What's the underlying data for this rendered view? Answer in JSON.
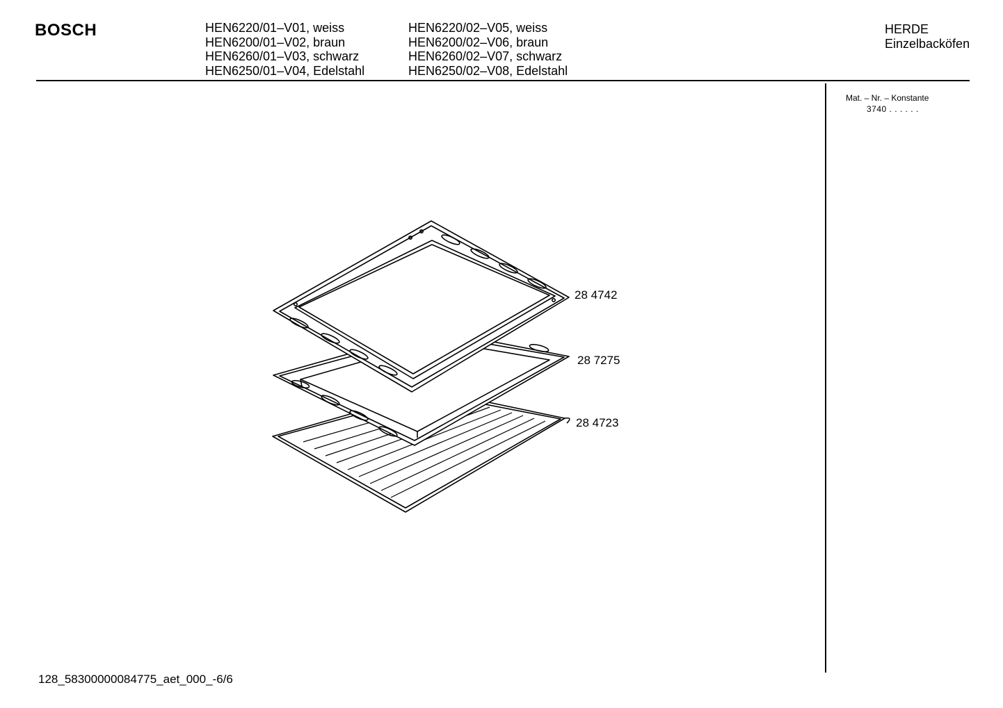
{
  "header": {
    "brand": "BOSCH",
    "models_col1": [
      "HEN6220/01–V01, weiss",
      "HEN6200/01–V02, braun",
      "HEN6260/01–V03, schwarz",
      "HEN6250/01–V04, Edelstahl"
    ],
    "models_col2": [
      "HEN6220/02–V05, weiss",
      "HEN6200/02–V06, braun",
      "HEN6260/02–V07, schwarz",
      "HEN6250/02–V08, Edelstahl"
    ],
    "category": "HERDE",
    "subcategory": "Einzelbacköfen"
  },
  "sidebar": {
    "mat_label": "Mat. – Nr. – Konstante",
    "mat_value": "3740 .  .    .  .  .  ."
  },
  "parts": {
    "top_tray": "28 4742",
    "middle_tray": "28 7275",
    "grill_rack": "28 4723"
  },
  "footer": {
    "doc_id": "128_58300000084775_aet_000_-6/6"
  }
}
